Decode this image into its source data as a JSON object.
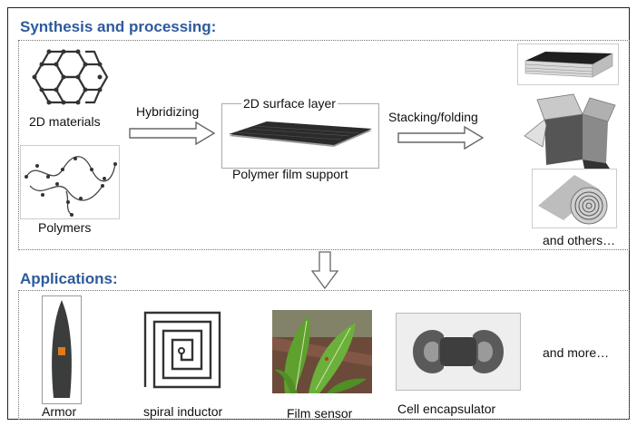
{
  "synthesis": {
    "title": "Synthesis and processing:",
    "materials_2d_label": "2D materials",
    "polymers_label": "Polymers",
    "hybridizing_label": "Hybridizing",
    "surface_layer_label": "2D surface layer",
    "film_support_label": "Polymer  film support",
    "stacking_label": "Stacking/folding",
    "others_label": "and others…"
  },
  "applications": {
    "title": "Applications:",
    "items": [
      {
        "label": "Armor",
        "icon": "armor-icon"
      },
      {
        "label": "spiral inductor",
        "icon": "spiral-inductor-icon"
      },
      {
        "label": "Film sensor",
        "icon": "leaf-photo"
      },
      {
        "label": "Cell encapsulator",
        "icon": "encapsulator-icon"
      }
    ],
    "more_label": "and more…"
  },
  "colors": {
    "title_blue": "#2e5a9c",
    "film_dark": "#2b2b2b",
    "armor_orange": "#e07b1a",
    "leaf_green": "#5fa02e"
  }
}
